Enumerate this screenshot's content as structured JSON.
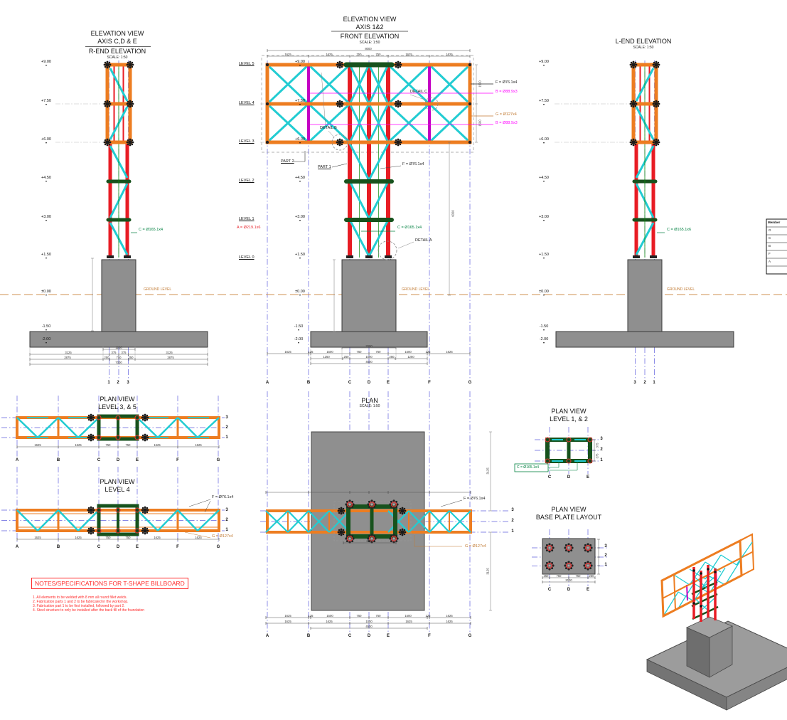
{
  "titles": {
    "rend": [
      "ELEVATION VIEW",
      "AXIS C,D & E",
      "R-END ELEVATION",
      "SCALE: 1:50"
    ],
    "front": [
      "ELEVATION VIEW",
      "AXIS 1&2",
      "FRONT ELEVATION",
      "SCALE: 1:50"
    ],
    "lend": [
      "L-END ELEVATION",
      "SCALE: 1:50"
    ],
    "plan35": [
      "PLAN VIEW",
      "LEVEL 3, & 5"
    ],
    "plan4": [
      "PLAN VIEW",
      "LEVEL 4"
    ],
    "plan": [
      "PLAN",
      "SCALE: 1:50"
    ],
    "plan12": [
      "PLAN VIEW",
      "LEVEL 1, & 2"
    ],
    "baseplate": [
      "PLAN VIEW",
      "BASE PLATE LAYOUT"
    ]
  },
  "elev_marks": [
    "+9.00",
    "+7.50",
    "+6.00",
    "+4.50",
    "+3.00",
    "+1.50",
    "±0.00",
    "-1.50",
    "-2.00"
  ],
  "levels": [
    "LEVEL 5",
    "LEVEL 4",
    "LEVEL 3",
    "LEVEL 2",
    "LEVEL 1",
    "LEVEL 0"
  ],
  "grid": {
    "letters": [
      "A",
      "B",
      "C",
      "D",
      "E",
      "F",
      "G"
    ],
    "cde": [
      "C",
      "D",
      "E"
    ],
    "numbers": [
      "1",
      "2",
      "3"
    ]
  },
  "labels": {
    "ground": "GROUND LEVEL",
    "member_a": "A = Ø219.1x6",
    "member_c": "C = Ø165.1x4",
    "member_c6": "C = Ø165.1x6",
    "member_f": "F = Ø76.1x4",
    "member_b": "B = Ø88.9x3",
    "member_g": "G = Ø127x4",
    "part1": "PART 1",
    "part2": "PART 2",
    "detail_a": "DETAIL A",
    "detail_b": "DETAIL B",
    "detail_c": "DETAIL C"
  },
  "dims": {
    "8000": "8000",
    "1625": "1625",
    "750": "750",
    "125": "125",
    "1500": "1500",
    "1250": "1250",
    "250": "250",
    "4500": "4500",
    "2000": "2000",
    "3125": "3125",
    "375": "375",
    "2875": "2875",
    "7000": "7000",
    "6000": "6000"
  },
  "member_table": {
    "header": "Member",
    "rows": [
      "G",
      "C",
      "B",
      "F",
      "A",
      ""
    ]
  },
  "notes": {
    "title": "NOTES/SPECIFICATIONS FOR T-SHAPE BILLBOARD",
    "items": [
      "1. All elements to be welded with 8 mm all round fillet welds.",
      "2. Fabrication parts 1 and 2 to be fabricated in the workshop.",
      "3. Fabrication part 1 to be first installed, followed by part 2.",
      "4. Steel structure to only be installed after the back fill of the foundation"
    ]
  },
  "colors": {
    "steel_orange": "#ED7D21",
    "brace_cyan": "#22CCD2",
    "column_red": "#E81C24",
    "member_green": "#17521D",
    "axis_magenta": "#C400C4",
    "grid_blue": "#6060DD",
    "concrete_gray": "#8F8F8F",
    "ground_tan": "#CF9050",
    "note_red": "#FF2A2A",
    "label_green": "#008040",
    "dim_magenta": "#FF00FF"
  }
}
